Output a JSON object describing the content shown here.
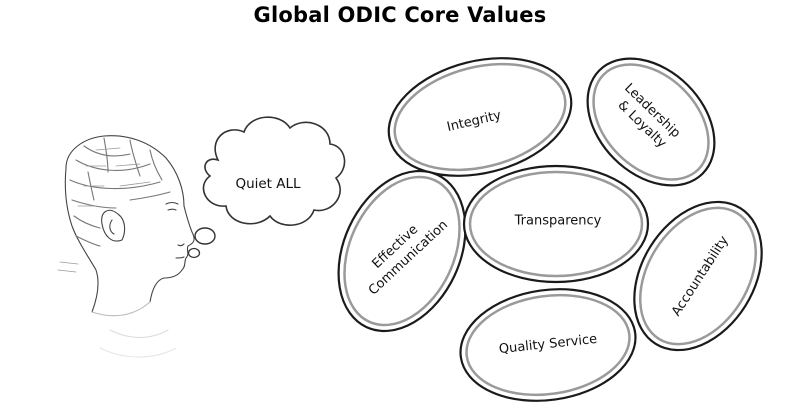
{
  "title": "Global ODIC Core Values",
  "thought_bubble": {
    "label": "Quiet ALL"
  },
  "values": [
    {
      "id": "integrity",
      "lines": [
        "Integrity"
      ]
    },
    {
      "id": "leadership-loyalty",
      "lines": [
        "Leadership",
        "& Loyalty"
      ]
    },
    {
      "id": "effective-communication",
      "lines": [
        "Effective",
        "Communication"
      ]
    },
    {
      "id": "transparency",
      "lines": [
        "Transparency"
      ]
    },
    {
      "id": "accountability",
      "lines": [
        "Accountability"
      ]
    },
    {
      "id": "quality-service",
      "lines": [
        "Quality Service"
      ]
    }
  ],
  "illustration": {
    "icon": "phrenology-head-icon"
  },
  "colors": {
    "ellipse_stroke": "#1a1a1a",
    "ellipse_inner": "#9a9a9a",
    "text": "#111111"
  }
}
